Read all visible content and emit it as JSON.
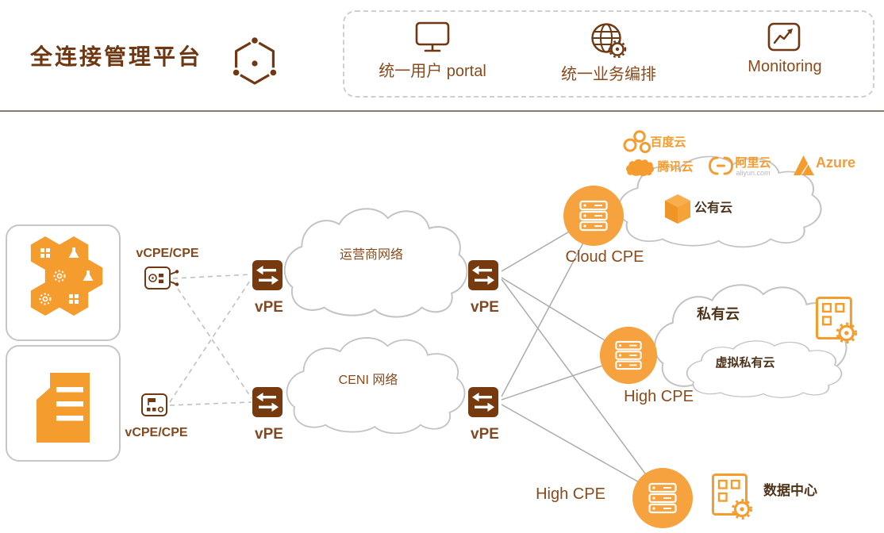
{
  "header": {
    "title": "全连接管理平台",
    "services": [
      {
        "label": "统一用户 portal",
        "icon": "monitor-icon"
      },
      {
        "label": "统一业务编排",
        "icon": "globe-gear-icon"
      },
      {
        "label": "Monitoring",
        "icon": "monitoring-chart-icon"
      }
    ]
  },
  "diagram": {
    "vcpe_top_label": "vCPE/CPE",
    "vcpe_bottom_label": "vCPE/CPE",
    "vpe_labels": {
      "left_top": "vPE",
      "left_bottom": "vPE",
      "right_top": "vPE",
      "right_bottom": "vPE"
    },
    "networks": {
      "carrier": "运营商网络",
      "ceni": "CENI 网络"
    },
    "cpe": {
      "cloud": "Cloud CPE",
      "high_mid": "High CPE",
      "high_bottom": "High CPE"
    },
    "public_cloud": {
      "label": "公有云",
      "providers": {
        "baidu": "百度云",
        "tencent": "腾讯云",
        "aliyun": "阿里云",
        "aliyun_domain": "aliyun.com",
        "azure": "Azure"
      }
    },
    "private_cloud": {
      "label": "私有云",
      "inner_label": "虚拟私有云"
    },
    "datacenter_label": "数据中心"
  },
  "colors": {
    "brand_brown": "#6f3712",
    "node_brown": "#773a0e",
    "accent_orange": "#f59c2e",
    "label_brown": "#84481e",
    "dark_label": "#4f3319",
    "cloud_stroke": "#c3c3c3",
    "line_gray": "#ababab"
  }
}
